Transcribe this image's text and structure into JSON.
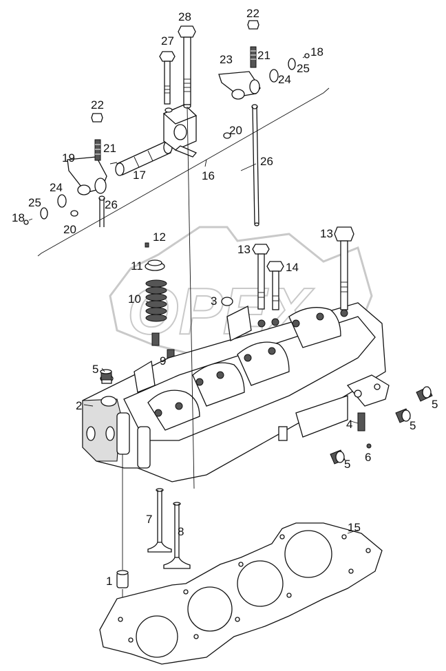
{
  "diagram": {
    "callouts": {
      "c1": "1",
      "c2": "2",
      "c3": "3",
      "c4": "4",
      "c5a": "5",
      "c5b": "5",
      "c5c": "5",
      "c5d": "5",
      "c6": "6",
      "c7": "7",
      "c8": "8",
      "c9": "9",
      "c10": "10",
      "c11": "11",
      "c12": "12",
      "c13a": "13",
      "c13b": "13",
      "c14": "14",
      "c15": "15",
      "c16": "16",
      "c17": "17",
      "c18a": "18",
      "c18b": "18",
      "c19": "19",
      "c20a": "20",
      "c20b": "20",
      "c21a": "21",
      "c21b": "21",
      "c22a": "22",
      "c22b": "22",
      "c23": "23",
      "c24a": "24",
      "c24b": "24",
      "c25a": "25",
      "c25b": "25",
      "c26a": "26",
      "c26b": "26",
      "c27": "27",
      "c28": "28"
    },
    "watermark": "OPEX"
  }
}
